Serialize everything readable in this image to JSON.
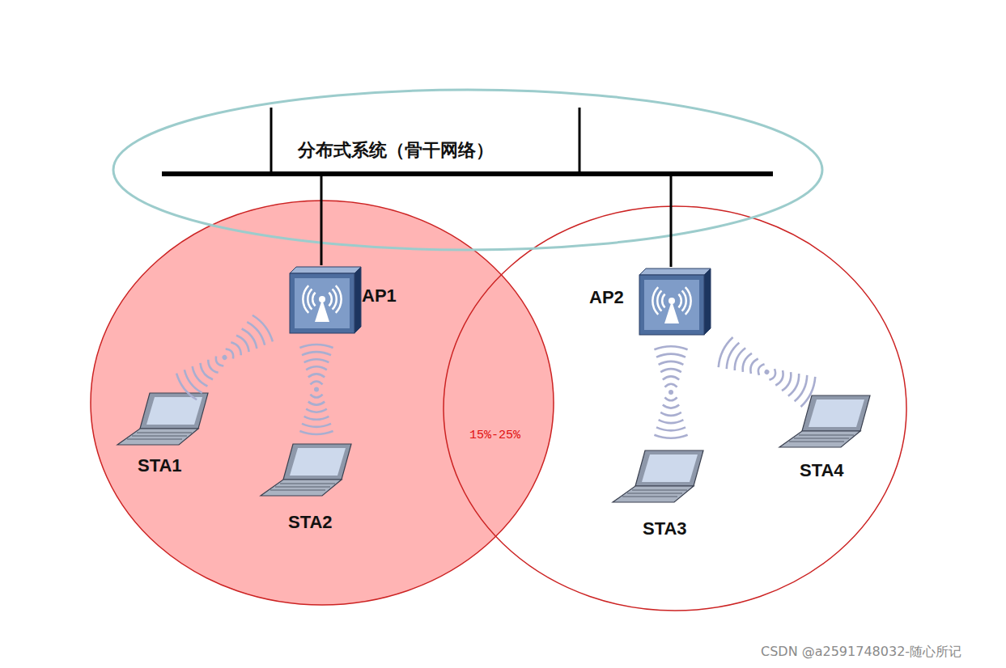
{
  "diagram": {
    "nodes": [
      {
        "text": [
          "分布式系统（骨干网络）"
        ]
      },
      {
        "text": [
          "AP1"
        ]
      },
      {
        "text": [
          "AP2"
        ]
      },
      {
        "text": [
          "STA1"
        ]
      },
      {
        "text": [
          "STA2"
        ]
      },
      {
        "text": [
          "STA3"
        ]
      },
      {
        "text": [
          "STA4"
        ]
      }
    ],
    "edges": [
      {
        "from": 1,
        "to": 0,
        "arrow": "none"
      },
      {
        "from": 2,
        "to": 0,
        "arrow": "none"
      }
    ],
    "labels": [
      "15%-25%",
      "CSDN @a2591748032-随心所记"
    ]
  }
}
